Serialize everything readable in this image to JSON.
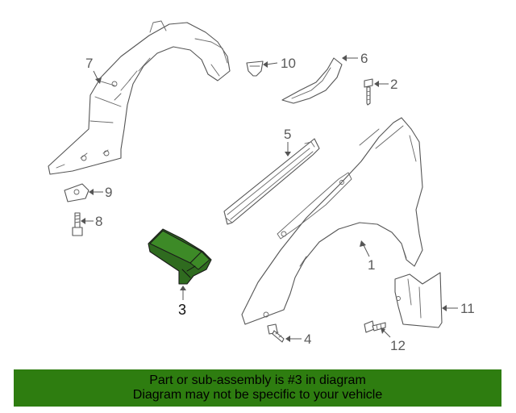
{
  "diagram": {
    "callouts": {
      "c1": "1",
      "c2": "2",
      "c3": "3",
      "c4": "4",
      "c5": "5",
      "c6": "6",
      "c7": "7",
      "c8": "8",
      "c9": "9",
      "c10": "10",
      "c11": "11",
      "c12": "12"
    },
    "highlighted_part": "3",
    "colors": {
      "highlight": "#3d8a27",
      "banner": "#2e7d10",
      "outline": "#555555"
    }
  },
  "banner": {
    "line1": "Part or sub-assembly is #3 in diagram",
    "line2": "Diagram may not be specific to your vehicle"
  }
}
